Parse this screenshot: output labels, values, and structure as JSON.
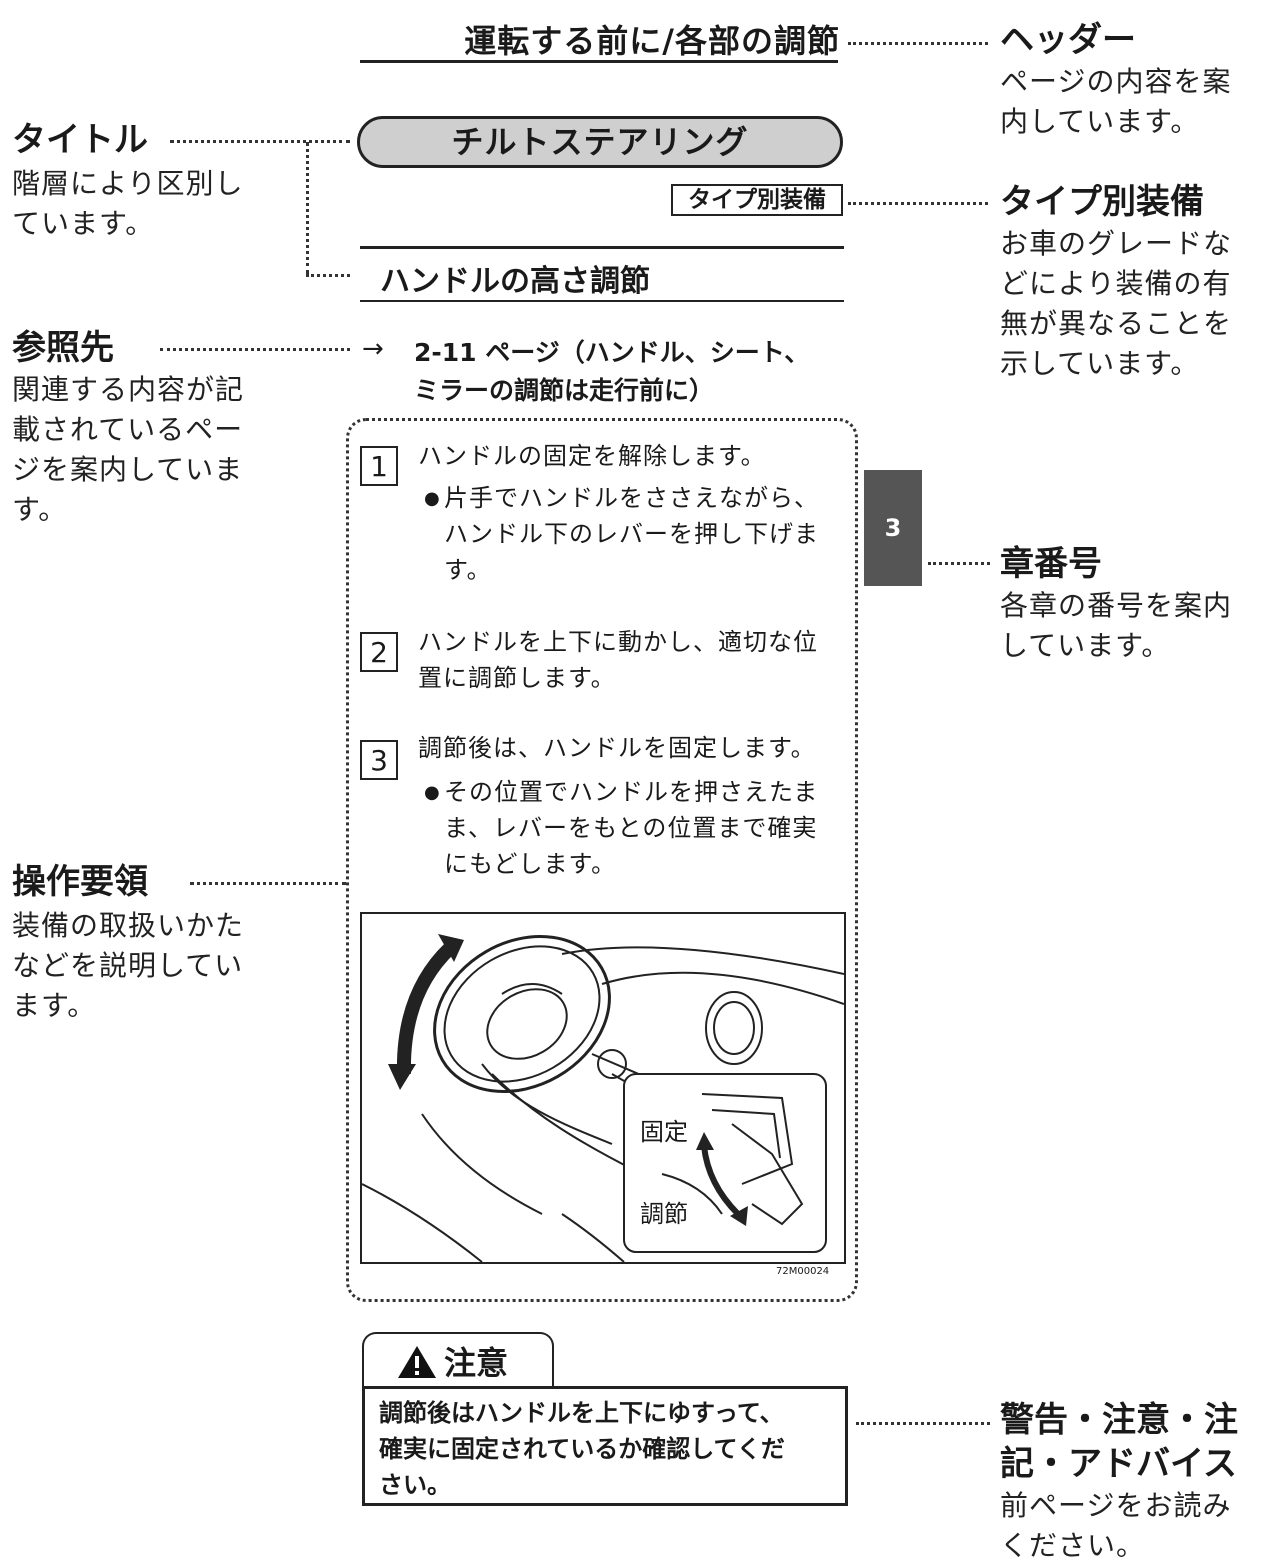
{
  "header": {
    "text": "運転する前に/各部の調節"
  },
  "section": {
    "title": "チルトステアリング",
    "type_tag": "タイプ別装備",
    "subsection": "ハンドルの高さ調節"
  },
  "reference": {
    "arrow": "→",
    "line1": "2-11 ページ（ハンドル、シート、",
    "line2": "ミラーの調節は走行前に）"
  },
  "steps": [
    {
      "num": "1",
      "text": "ハンドルの固定を解除します。",
      "bullet": [
        "片手でハンドルをささえながら、",
        "ハンドル下のレバーを押し下げま",
        "す。"
      ]
    },
    {
      "num": "2",
      "text": [
        "ハンドルを上下に動かし、適切な位",
        "置に調節します。"
      ]
    },
    {
      "num": "3",
      "text": "調節後は、ハンドルを固定します。",
      "bullet": [
        "その位置でハンドルを押さえたま",
        "ま、レバーをもとの位置まで確実",
        "にもどします。"
      ]
    }
  ],
  "illustration": {
    "label_fix": "固定",
    "label_adjust": "調節",
    "code": "72M00024"
  },
  "chapter": {
    "number": "3"
  },
  "caution": {
    "label": "注意",
    "lines": [
      "調節後はハンドルを上下にゆすって、",
      "確実に固定されているか確認してくだ",
      "さい。"
    ]
  },
  "annotations": {
    "header": {
      "title": "ヘッダー",
      "desc": [
        "ページの内容を案",
        "内しています。"
      ]
    },
    "title": {
      "title": "タイトル",
      "desc": [
        "階層により区別し",
        "ています。"
      ]
    },
    "type": {
      "title": "タイプ別装備",
      "desc": [
        "お車のグレードな",
        "どにより装備の有",
        "無が異なることを",
        "示しています。"
      ]
    },
    "reference": {
      "title": "参照先",
      "desc": [
        "関連する内容が記",
        "載されているペー",
        "ジを案内していま",
        "す。"
      ]
    },
    "chapter": {
      "title": "章番号",
      "desc": [
        "各章の番号を案内",
        "しています。"
      ]
    },
    "procedure": {
      "title": "操作要領",
      "desc": [
        "装備の取扱いかた",
        "などを説明してい",
        "ます。"
      ]
    },
    "warning": {
      "title_line1": "警告・注意・注",
      "title_line2": "記・アドバイス",
      "desc": [
        "前ページをお読み",
        "ください。"
      ]
    }
  }
}
